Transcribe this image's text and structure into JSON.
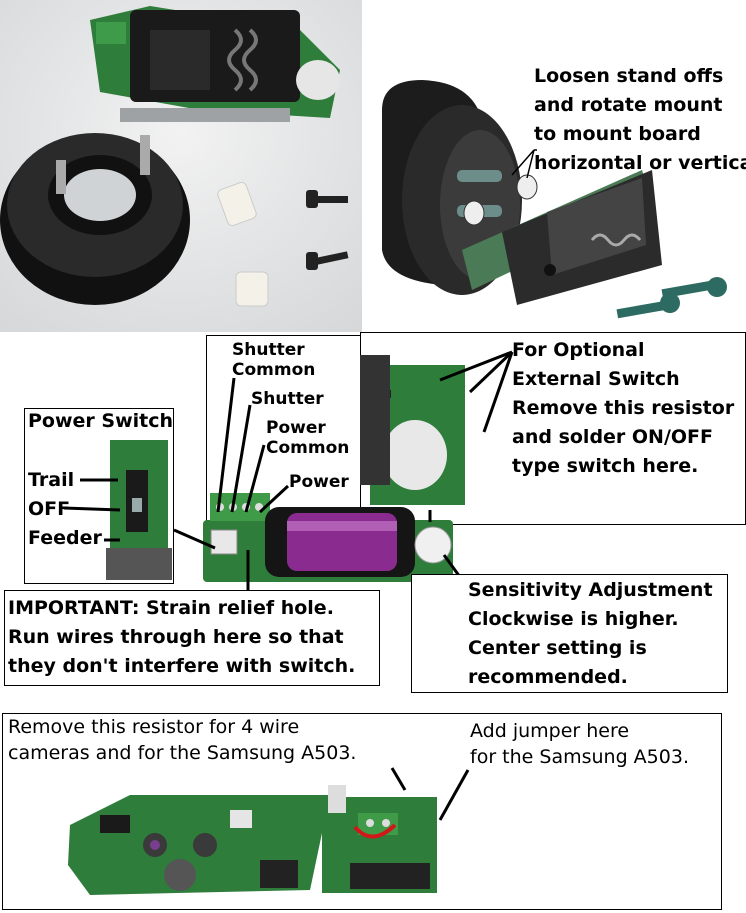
{
  "top_right": {
    "caption": [
      "Loosen stand offs",
      "and rotate mount",
      "to mount board",
      "horizontal or vertical."
    ]
  },
  "middle": {
    "terminal_labels": {
      "shutter_common": [
        "Shutter",
        "Common"
      ],
      "shutter": "Shutter",
      "power_common": [
        "Power",
        "Common"
      ],
      "power": "Power"
    },
    "power_switch": {
      "title": "Power Switch",
      "positions": [
        "Trail",
        "OFF",
        "Feeder"
      ]
    },
    "external_switch": [
      "For Optional",
      "External Switch",
      "Remove this resistor",
      "and solder ON/OFF",
      "type switch here."
    ],
    "sensitivity": [
      "Sensitivity Adjustment",
      "Clockwise is higher.",
      "Center setting is",
      "recommended."
    ],
    "important": [
      "IMPORTANT: Strain relief hole.",
      "Run wires through here so that",
      "they don't interfere with switch."
    ]
  },
  "bottom": {
    "remove_resistor": [
      "Remove this resistor for 4 wire",
      "cameras and for the Samsung A503."
    ],
    "add_jumper": [
      "Add jumper here",
      "for the Samsung A503."
    ]
  },
  "colors": {
    "pcb_green": "#2e7d3a",
    "battery_purple": "#8a2c8f",
    "mount_black": "#1c1c1c",
    "jumper_red": "#d01818"
  }
}
